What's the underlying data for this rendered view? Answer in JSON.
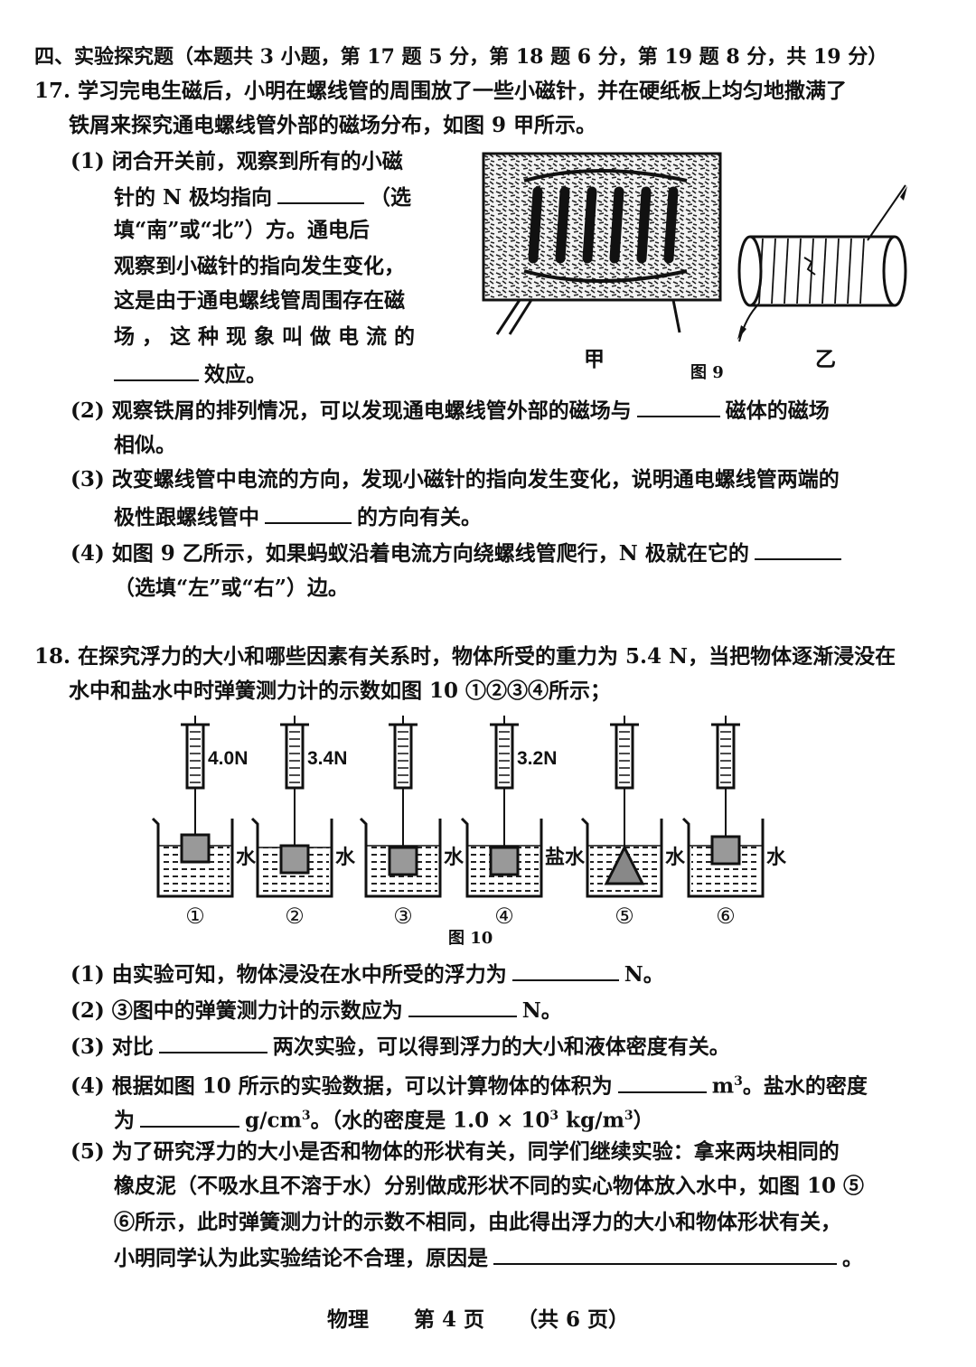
{
  "section": {
    "title": "四、实验探究题（本题共 3 小题，第 17 题 5 分，第 18 题 6 分，第 19 题 8 分，共 19 分）"
  },
  "q17": {
    "intro_1": "17. 学习完电生磁后，小明在螺线管的周围放了一些小磁针，并在硬纸板上均匀地撒满了",
    "intro_2": "铁屑来探究通电螺线管外部的磁场分布，如图 9 甲所示。",
    "p1": {
      "l1": "(1) 闭合开关前，观察到所有的小磁",
      "l2a": "针的 N 极均指向",
      "l2b": "（选",
      "l3": "填“南”或“北”）方。通电后",
      "l4": "观察到小磁针的指向发生变化，",
      "l5": "这是由于通电螺线管周围存在磁",
      "l6": "场，这种现象叫做电流的",
      "l7": "效应。"
    },
    "p2": {
      "l1a": "(2) 观察铁屑的排列情况，可以发现通电螺线管外部的磁场与",
      "l1b": "磁体的磁场",
      "l2": "相似。"
    },
    "p3": {
      "l1": "(3) 改变螺线管中电流的方向，发现小磁针的指向发生变化，说明通电螺线管两端的",
      "l2a": "极性跟螺线管中",
      "l2b": "的方向有关。"
    },
    "p4": {
      "l1": "(4) 如图 9 乙所示，如果蚂蚁沿着电流方向绕螺线管爬行，N 极就在它的",
      "l2": "（选填“左”或“右”）边。"
    },
    "figure": {
      "label_a": "甲",
      "label_b": "乙",
      "caption": "图 9"
    }
  },
  "q18": {
    "intro_1": "18. 在探究浮力的大小和哪些因素有关系时，物体所受的重力为 5.4 N，当把物体逐渐浸没在",
    "intro_2": "水中和盐水中时弹簧测力计的示数如图 10 ①②③④所示；",
    "figure": {
      "caption": "图 10",
      "beakers": [
        {
          "num": "①",
          "reading": "4.0N",
          "liquid": "水"
        },
        {
          "num": "②",
          "reading": "3.4N",
          "liquid": "水"
        },
        {
          "num": "③",
          "reading": "",
          "liquid": "水"
        },
        {
          "num": "④",
          "reading": "3.2N",
          "liquid": "盐水"
        },
        {
          "num": "⑤",
          "reading": "",
          "liquid": "水"
        },
        {
          "num": "⑥",
          "reading": "",
          "liquid": "水"
        }
      ]
    },
    "p1": {
      "a": "(1) 由实验可知，物体浸没在水中所受的浮力为",
      "b": "N。"
    },
    "p2": {
      "a": "(2) ③图中的弹簧测力计的示数应为",
      "b": "N。"
    },
    "p3": {
      "a": "(3) 对比",
      "b": "两次实验，可以得到浮力的大小和液体密度有关。"
    },
    "p4": {
      "a": "(4) 根据如图 10 所示的实验数据，可以计算物体的体积为",
      "b": "m",
      "b_sup": "3",
      "c": "。盐水的密度",
      "d": "为",
      "e": "g/cm",
      "e_sup": "3",
      "f": "。（水的密度是 1.0 × 10",
      "f_sup": "3",
      "g": " kg/m",
      "g_sup": "3",
      "h": "）"
    },
    "p5": {
      "l1": "(5) 为了研究浮力的大小是否和物体的形状有关，同学们继续实验：拿来两块相同的",
      "l2": "橡皮泥（不吸水且不溶于水）分别做成形状不同的实心物体放入水中，如图 10 ⑤",
      "l3": "⑥所示，此时弹簧测力计的示数不相同，由此得出浮力的大小和物体形状有关，",
      "l4a": "小明同学认为此实验结论不合理，原因是",
      "l4b": "。"
    }
  },
  "footer": {
    "subject": "物理",
    "page": "第 4 页",
    "total": "（共 6 页）"
  }
}
